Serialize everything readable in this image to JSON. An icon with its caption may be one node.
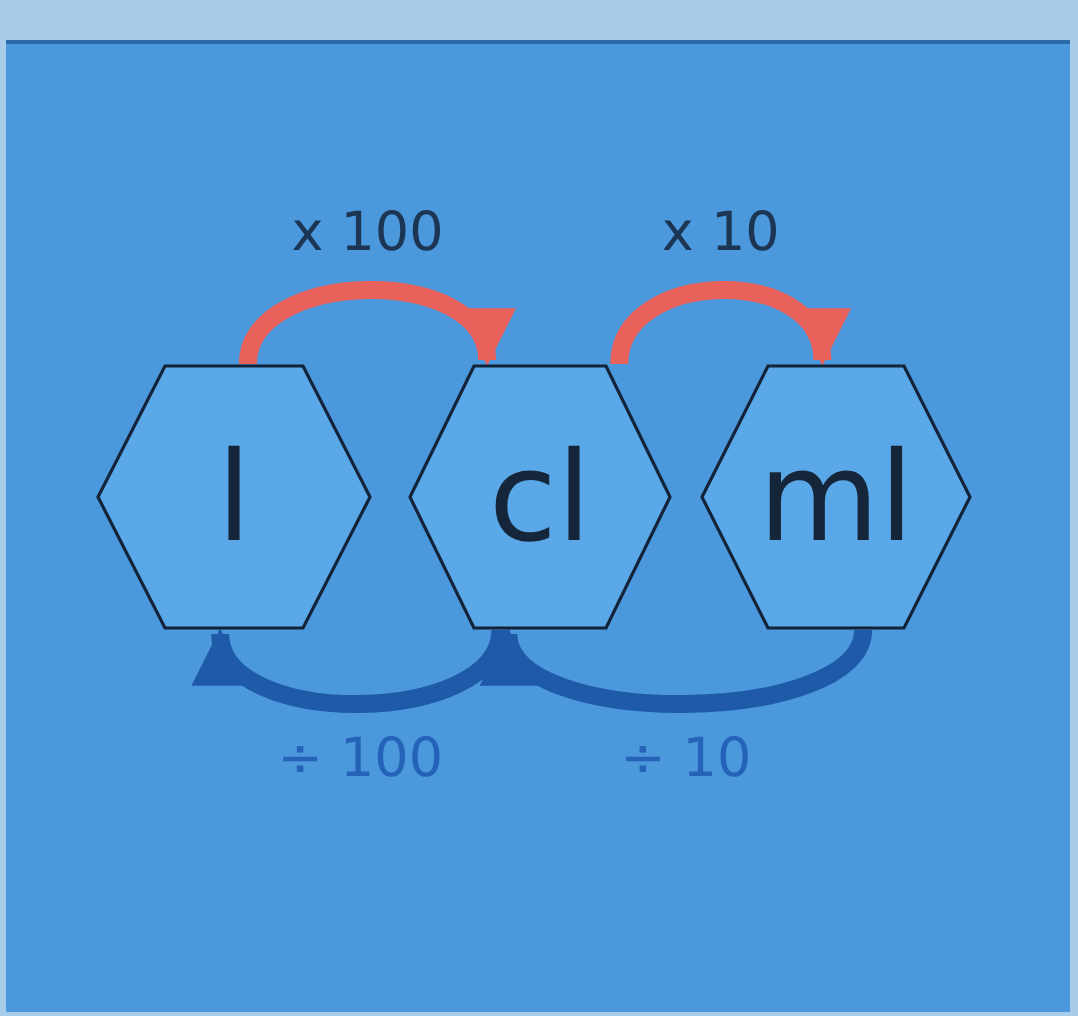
{
  "diagram": {
    "nodes": [
      {
        "text": [
          "l"
        ]
      },
      {
        "text": [
          "cl"
        ]
      },
      {
        "text": [
          "ml"
        ]
      }
    ],
    "edges": [
      {
        "from": 0,
        "to": 1,
        "arrow": "to",
        "label": "x 100",
        "color": "#e8605a"
      },
      {
        "from": 1,
        "to": 2,
        "arrow": "to",
        "label": "x 10",
        "color": "#e8605a"
      },
      {
        "from": 1,
        "to": 0,
        "arrow": "to",
        "label": "÷ 100",
        "color": "#1f5aa8"
      },
      {
        "from": 2,
        "to": 1,
        "arrow": "to",
        "label": "÷ 10",
        "color": "#1f5aa8"
      }
    ]
  }
}
